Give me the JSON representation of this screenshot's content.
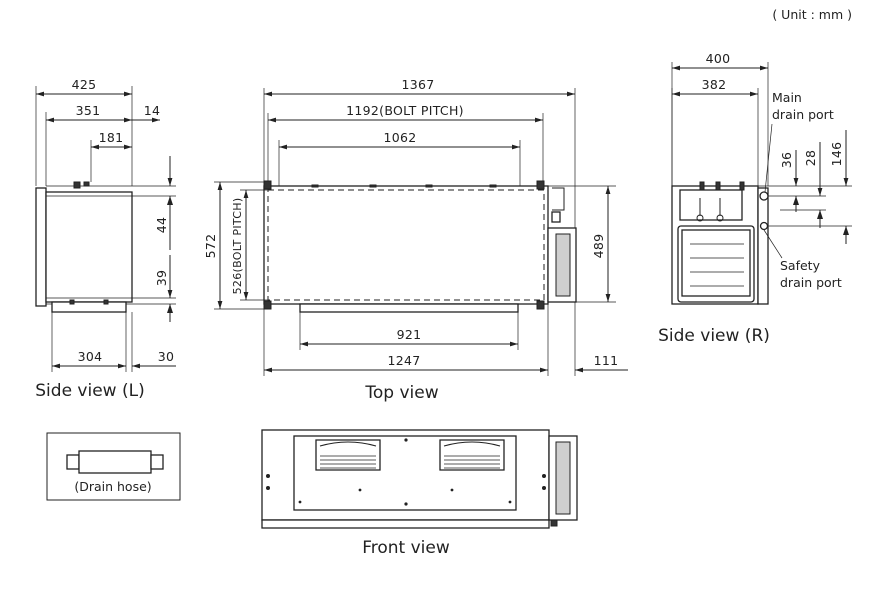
{
  "unit_note": "( Unit : mm )",
  "side_view_left": {
    "caption": "Side view (L)",
    "dims": {
      "d425": "425",
      "d351": "351",
      "d14": "14",
      "d181": "181",
      "d44": "44",
      "d39": "39",
      "d304": "304",
      "d30": "30"
    }
  },
  "top_view": {
    "caption": "Top view",
    "dims": {
      "d1367": "1367",
      "d1192": "1192(BOLT PITCH)",
      "d1062": "1062",
      "d572": "572",
      "d526": "526(BOLT PITCH)",
      "d489": "489",
      "d921": "921",
      "d1247": "1247",
      "d111": "111"
    }
  },
  "side_view_right": {
    "caption": "Side view (R)",
    "dims": {
      "d400": "400",
      "d382": "382",
      "d36": "36",
      "d28": "28",
      "d146": "146"
    },
    "main_drain_label": [
      "Main",
      "drain port"
    ],
    "safety_drain_label": [
      "Safety",
      "drain port"
    ]
  },
  "drain_hose": {
    "caption": "(Drain hose)"
  },
  "front_view": {
    "caption": "Front view"
  }
}
